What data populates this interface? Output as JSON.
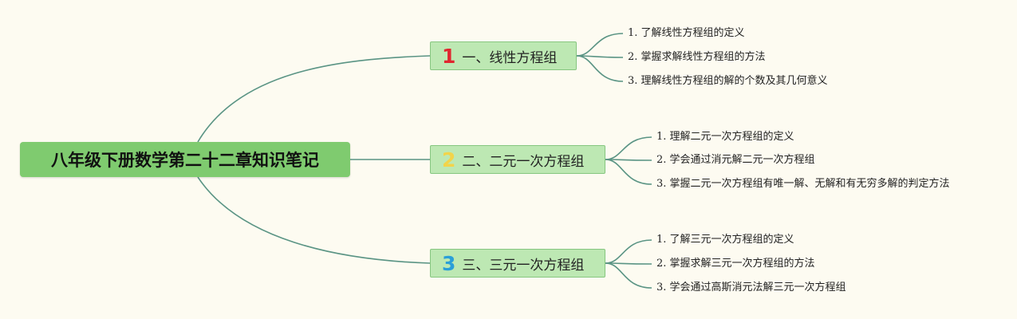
{
  "root": {
    "label": "八年级下册数学第二十二章知识笔记"
  },
  "branches": [
    {
      "number": "1",
      "number_color": "#e0262f",
      "label": "一、线性方程组",
      "items": [
        "1. 了解线性方程组的定义",
        "2. 掌握求解线性方程组的方法",
        "3. 理解线性方程组的解的个数及其几何意义"
      ]
    },
    {
      "number": "2",
      "number_color": "#f2d44a",
      "label": "二、二元一次方程组",
      "items": [
        "1. 理解二元一次方程组的定义",
        "2. 学会通过消元解二元一次方程组",
        "3. 掌握二元一次方程组有唯一解、无解和有无穷多解的判定方法"
      ]
    },
    {
      "number": "3",
      "number_color": "#2a9fd8",
      "label": "三、三元一次方程组",
      "items": [
        "1. 了解三元一次方程组的定义",
        "2. 掌握求解三元一次方程组的方法",
        "3. 学会通过高斯消元法解三元一次方程组"
      ]
    }
  ],
  "colors": {
    "connector": "#5a9484",
    "root_fill": "#7fcb6f",
    "branch_fill": "#bde8b3"
  }
}
